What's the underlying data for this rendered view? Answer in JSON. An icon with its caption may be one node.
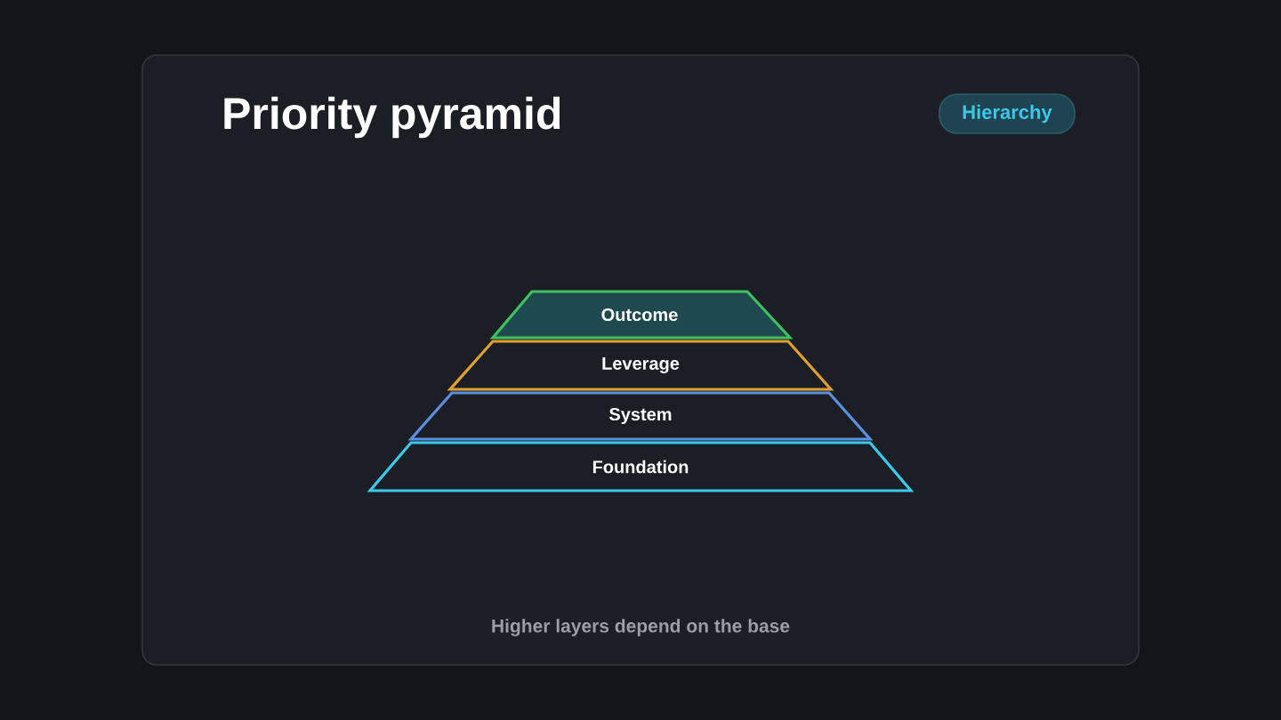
{
  "diagram": {
    "title": "Priority pyramid",
    "caption": "Higher layers depend on the base",
    "nodes": [
      {
        "text": [
          "Hierarchy"
        ]
      },
      {
        "text": [
          "Outcome"
        ]
      },
      {
        "text": [
          "Leverage"
        ]
      },
      {
        "text": [
          "System"
        ]
      },
      {
        "text": [
          "Foundation"
        ]
      }
    ]
  }
}
